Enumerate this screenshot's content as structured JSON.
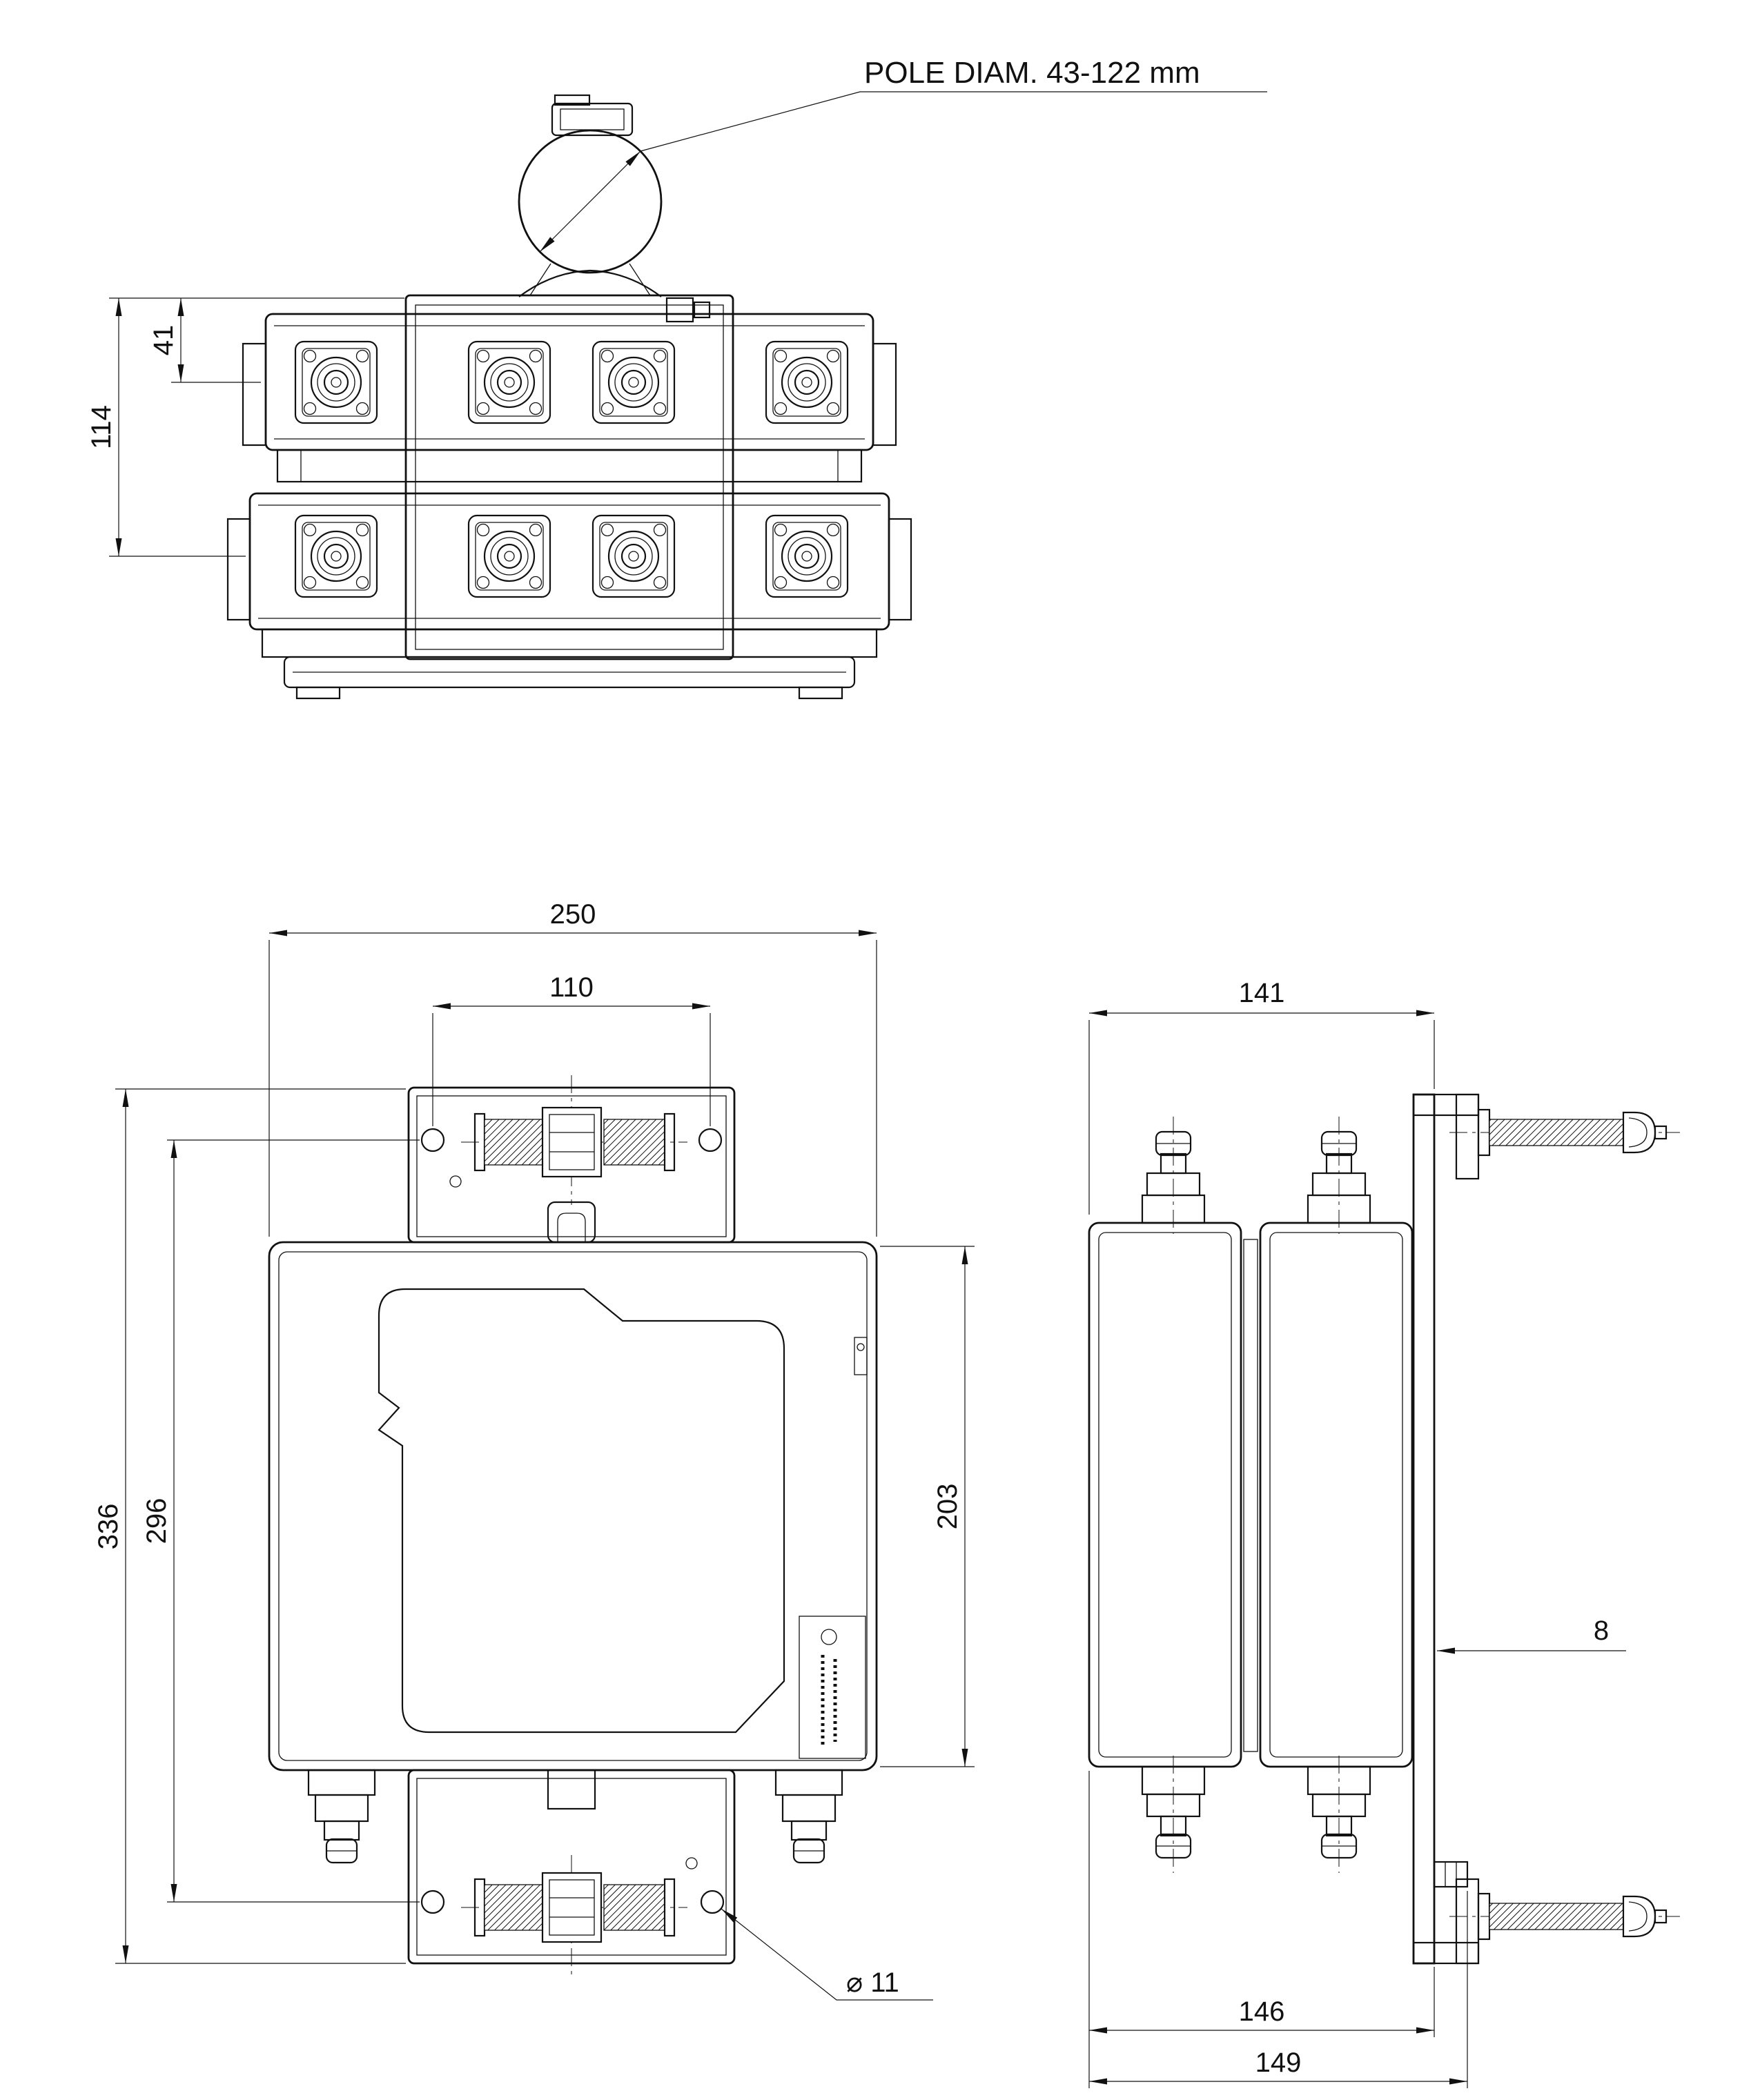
{
  "labels": {
    "pole_diameter_note": "POLE DIAM. 43-122 mm",
    "mount_hole_diameter": "⌀ 11"
  },
  "top_view": {
    "dim_41": "41",
    "dim_114": "114"
  },
  "front_view": {
    "dim_250": "250",
    "dim_110": "110",
    "dim_336": "336",
    "dim_296": "296",
    "dim_203": "203"
  },
  "side_view": {
    "dim_141": "141",
    "dim_8": "8",
    "dim_146": "146",
    "dim_149": "149"
  }
}
